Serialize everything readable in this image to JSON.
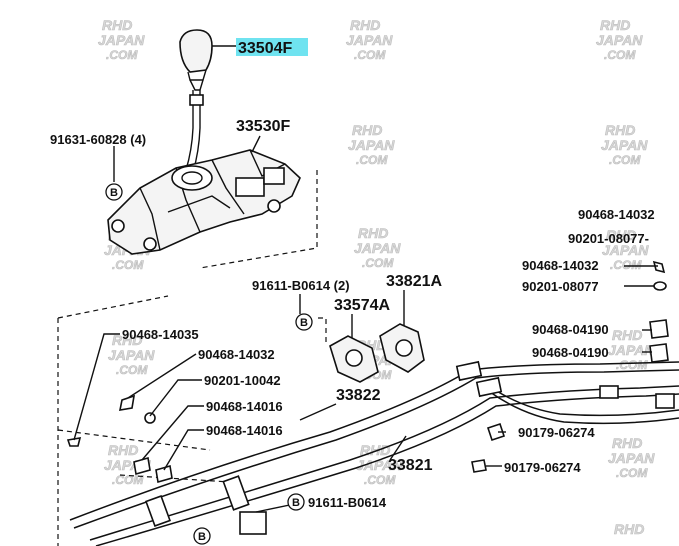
{
  "callouts": [
    {
      "id": "p33504F",
      "text": "33504F",
      "highlight": "#6fe3f0"
    },
    {
      "id": "p33530F",
      "text": "33530F"
    },
    {
      "id": "p91631",
      "text": "91631-60828 (4)"
    },
    {
      "id": "p90468_14032_top",
      "text": "90468-14032"
    },
    {
      "id": "p90201_08077_top",
      "text": "90201-08077-"
    },
    {
      "id": "p90468_14032_mid",
      "text": "90468-14032"
    },
    {
      "id": "p90201_08077_mid",
      "text": "90201-08077"
    },
    {
      "id": "p91611_B0614_2",
      "text": "91611-B0614 (2)"
    },
    {
      "id": "p33821A",
      "text": "33821A"
    },
    {
      "id": "p33574A",
      "text": "33574A"
    },
    {
      "id": "p90468_04190_a",
      "text": "90468-04190"
    },
    {
      "id": "p90468_04190_b",
      "text": "90468-04190"
    },
    {
      "id": "p90468_14035",
      "text": "90468-14035"
    },
    {
      "id": "p90468_14032_left",
      "text": "90468-14032"
    },
    {
      "id": "p90201_10042",
      "text": "90201-10042"
    },
    {
      "id": "p33822",
      "text": "33822"
    },
    {
      "id": "p90468_14016_a",
      "text": "90468-14016"
    },
    {
      "id": "p90468_14016_b",
      "text": "90468-14016"
    },
    {
      "id": "p90179_06274_a",
      "text": "90179-06274"
    },
    {
      "id": "p90179_06274_b",
      "text": "90179-06274"
    },
    {
      "id": "p33821",
      "text": "33821"
    },
    {
      "id": "p91611_B0614",
      "text": "91611-B0614"
    }
  ],
  "markers": [
    {
      "id": "m1",
      "text": "B"
    },
    {
      "id": "m2",
      "text": "B"
    },
    {
      "id": "m3",
      "text": "B"
    },
    {
      "id": "m4",
      "text": "B"
    }
  ],
  "watermark": {
    "line1": "RHD",
    "line2": "JAPAN",
    "line3": ".COM",
    "color": "#cfcfcf"
  }
}
